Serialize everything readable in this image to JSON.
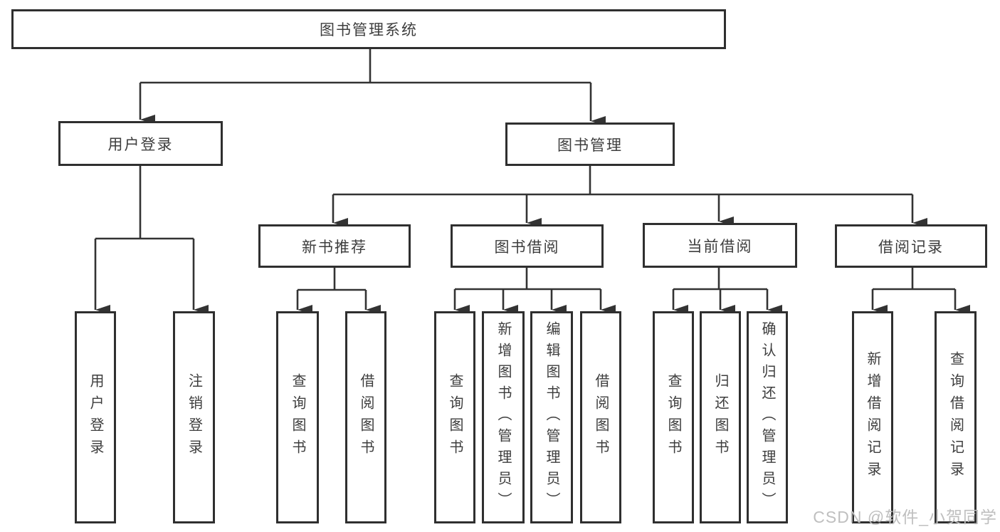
{
  "diagram": {
    "title": "图书管理系统",
    "root": "图书管理系统",
    "level2": [
      "用户登录",
      "图书管理"
    ],
    "level3": [
      "新书推荐",
      "图书借阅",
      "当前借阅",
      "借阅记录"
    ],
    "leaves": [
      "用户登录",
      "注销登录",
      "查询图书",
      "借阅图书",
      "查询图书",
      "新增图书（管理员）",
      "编辑图书（管理员）",
      "借阅图书",
      "查询图书",
      "归还图书",
      "确认归还（管理员）",
      "新增借阅记录",
      "查询借阅记录"
    ]
  },
  "watermark": "CSDN @软件_小贺同学",
  "colors": {
    "line": "#333333",
    "box_border": "#2f2f2f",
    "text": "#3d3d3d",
    "background": "#ffffff",
    "watermark": "#bfbfbf"
  }
}
